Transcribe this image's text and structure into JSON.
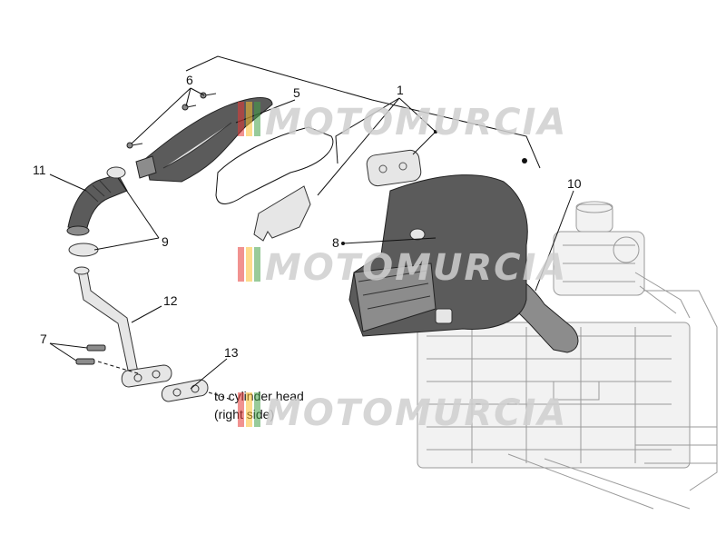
{
  "callouts": {
    "c1": "1",
    "c5": "5",
    "c6": "6",
    "c7": "7",
    "c8": "8",
    "c9": "9",
    "c10": "10",
    "c11": "11",
    "c12": "12",
    "c13": "13"
  },
  "notes": {
    "cylinder_line1": "to cylinder head",
    "cylinder_line2": "(right side)"
  },
  "watermark": {
    "text": "MOTOMURCIA",
    "colors": [
      "#e53935",
      "#fbc02d",
      "#43a047"
    ]
  }
}
